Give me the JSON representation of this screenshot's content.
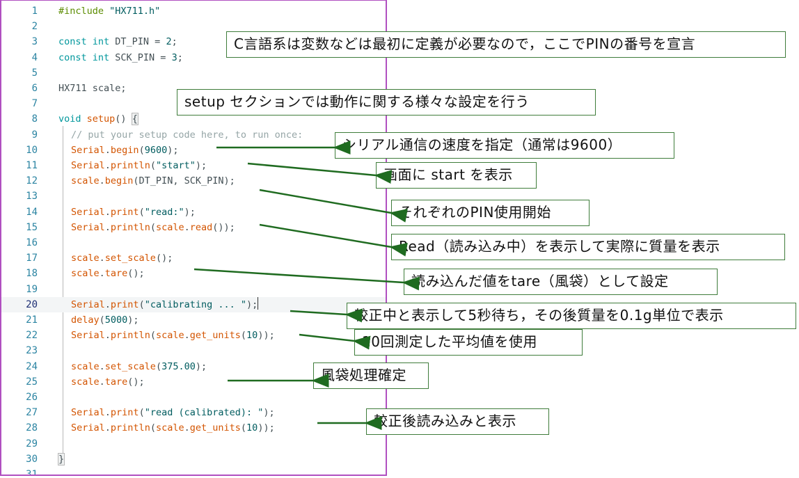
{
  "editor": {
    "current_line": 20,
    "lines": [
      {
        "n": "1",
        "tokens": [
          {
            "c": "t-pre",
            "t": "#include "
          },
          {
            "c": "t-str",
            "t": "\"HX711.h\""
          }
        ]
      },
      {
        "n": "2",
        "tokens": []
      },
      {
        "n": "3",
        "tokens": [
          {
            "c": "t-kw",
            "t": "const int"
          },
          {
            "c": "t-plain",
            "t": " DT_PIN = "
          },
          {
            "c": "t-num",
            "t": "2"
          },
          {
            "c": "t-plain",
            "t": ";"
          }
        ]
      },
      {
        "n": "4",
        "tokens": [
          {
            "c": "t-kw",
            "t": "const int"
          },
          {
            "c": "t-plain",
            "t": " SCK_PIN = "
          },
          {
            "c": "t-num",
            "t": "3"
          },
          {
            "c": "t-plain",
            "t": ";"
          }
        ]
      },
      {
        "n": "5",
        "tokens": []
      },
      {
        "n": "6",
        "tokens": [
          {
            "c": "t-plain",
            "t": "HX711 scale;"
          }
        ]
      },
      {
        "n": "7",
        "tokens": []
      },
      {
        "n": "8",
        "tokens": [
          {
            "c": "t-kw",
            "t": "void"
          },
          {
            "c": "t-plain",
            "t": " "
          },
          {
            "c": "t-fn",
            "t": "setup"
          },
          {
            "c": "t-plain",
            "t": "() "
          },
          {
            "c": "t-plain bracket-box",
            "t": "{"
          }
        ]
      },
      {
        "n": "9",
        "indent": true,
        "tokens": [
          {
            "c": "t-com",
            "t": "// put your setup code here, to run once:"
          }
        ]
      },
      {
        "n": "10",
        "indent": true,
        "tokens": [
          {
            "c": "t-fn",
            "t": "Serial"
          },
          {
            "c": "t-plain",
            "t": "."
          },
          {
            "c": "t-fn",
            "t": "begin"
          },
          {
            "c": "t-plain",
            "t": "("
          },
          {
            "c": "t-num",
            "t": "9600"
          },
          {
            "c": "t-plain",
            "t": ");"
          }
        ]
      },
      {
        "n": "11",
        "indent": true,
        "tokens": [
          {
            "c": "t-fn",
            "t": "Serial"
          },
          {
            "c": "t-plain",
            "t": "."
          },
          {
            "c": "t-fn",
            "t": "println"
          },
          {
            "c": "t-plain",
            "t": "("
          },
          {
            "c": "t-str",
            "t": "\"start\""
          },
          {
            "c": "t-plain",
            "t": ");"
          }
        ]
      },
      {
        "n": "12",
        "indent": true,
        "tokens": [
          {
            "c": "t-fn",
            "t": "scale"
          },
          {
            "c": "t-plain",
            "t": "."
          },
          {
            "c": "t-fn",
            "t": "begin"
          },
          {
            "c": "t-plain",
            "t": "(DT_PIN, SCK_PIN);"
          }
        ]
      },
      {
        "n": "13",
        "tokens": []
      },
      {
        "n": "14",
        "indent": true,
        "tokens": [
          {
            "c": "t-fn",
            "t": "Serial"
          },
          {
            "c": "t-plain",
            "t": "."
          },
          {
            "c": "t-fn",
            "t": "print"
          },
          {
            "c": "t-plain",
            "t": "("
          },
          {
            "c": "t-str",
            "t": "\"read:\""
          },
          {
            "c": "t-plain",
            "t": ");"
          }
        ]
      },
      {
        "n": "15",
        "indent": true,
        "tokens": [
          {
            "c": "t-fn",
            "t": "Serial"
          },
          {
            "c": "t-plain",
            "t": "."
          },
          {
            "c": "t-fn",
            "t": "println"
          },
          {
            "c": "t-plain",
            "t": "("
          },
          {
            "c": "t-fn",
            "t": "scale"
          },
          {
            "c": "t-plain",
            "t": "."
          },
          {
            "c": "t-fn",
            "t": "read"
          },
          {
            "c": "t-plain",
            "t": "());"
          }
        ]
      },
      {
        "n": "16",
        "tokens": []
      },
      {
        "n": "17",
        "indent": true,
        "tokens": [
          {
            "c": "t-fn",
            "t": "scale"
          },
          {
            "c": "t-plain",
            "t": "."
          },
          {
            "c": "t-fn",
            "t": "set_scale"
          },
          {
            "c": "t-plain",
            "t": "();"
          }
        ]
      },
      {
        "n": "18",
        "indent": true,
        "tokens": [
          {
            "c": "t-fn",
            "t": "scale"
          },
          {
            "c": "t-plain",
            "t": "."
          },
          {
            "c": "t-fn",
            "t": "tare"
          },
          {
            "c": "t-plain",
            "t": "();"
          }
        ]
      },
      {
        "n": "19",
        "tokens": []
      },
      {
        "n": "20",
        "indent": true,
        "caret": true,
        "tokens": [
          {
            "c": "t-fn",
            "t": "Serial"
          },
          {
            "c": "t-plain",
            "t": "."
          },
          {
            "c": "t-fn",
            "t": "print"
          },
          {
            "c": "t-plain",
            "t": "("
          },
          {
            "c": "t-str",
            "t": "\"calibrating ... \""
          },
          {
            "c": "t-plain",
            "t": ");"
          }
        ]
      },
      {
        "n": "21",
        "indent": true,
        "tokens": [
          {
            "c": "t-fn",
            "t": "delay"
          },
          {
            "c": "t-plain",
            "t": "("
          },
          {
            "c": "t-num",
            "t": "5000"
          },
          {
            "c": "t-plain",
            "t": ");"
          }
        ]
      },
      {
        "n": "22",
        "indent": true,
        "tokens": [
          {
            "c": "t-fn",
            "t": "Serial"
          },
          {
            "c": "t-plain",
            "t": "."
          },
          {
            "c": "t-fn",
            "t": "println"
          },
          {
            "c": "t-plain",
            "t": "("
          },
          {
            "c": "t-fn",
            "t": "scale"
          },
          {
            "c": "t-plain",
            "t": "."
          },
          {
            "c": "t-fn",
            "t": "get_units"
          },
          {
            "c": "t-plain",
            "t": "("
          },
          {
            "c": "t-num",
            "t": "10"
          },
          {
            "c": "t-plain",
            "t": "));"
          }
        ]
      },
      {
        "n": "23",
        "tokens": []
      },
      {
        "n": "24",
        "indent": true,
        "tokens": [
          {
            "c": "t-fn",
            "t": "scale"
          },
          {
            "c": "t-plain",
            "t": "."
          },
          {
            "c": "t-fn",
            "t": "set_scale"
          },
          {
            "c": "t-plain",
            "t": "("
          },
          {
            "c": "t-num",
            "t": "375.00"
          },
          {
            "c": "t-plain",
            "t": ");"
          }
        ]
      },
      {
        "n": "25",
        "indent": true,
        "tokens": [
          {
            "c": "t-fn",
            "t": "scale"
          },
          {
            "c": "t-plain",
            "t": "."
          },
          {
            "c": "t-fn",
            "t": "tare"
          },
          {
            "c": "t-plain",
            "t": "();"
          }
        ]
      },
      {
        "n": "26",
        "tokens": []
      },
      {
        "n": "27",
        "indent": true,
        "tokens": [
          {
            "c": "t-fn",
            "t": "Serial"
          },
          {
            "c": "t-plain",
            "t": "."
          },
          {
            "c": "t-fn",
            "t": "print"
          },
          {
            "c": "t-plain",
            "t": "("
          },
          {
            "c": "t-str",
            "t": "\"read (calibrated): \""
          },
          {
            "c": "t-plain",
            "t": ");"
          }
        ]
      },
      {
        "n": "28",
        "indent": true,
        "tokens": [
          {
            "c": "t-fn",
            "t": "Serial"
          },
          {
            "c": "t-plain",
            "t": "."
          },
          {
            "c": "t-fn",
            "t": "println"
          },
          {
            "c": "t-plain",
            "t": "("
          },
          {
            "c": "t-fn",
            "t": "scale"
          },
          {
            "c": "t-plain",
            "t": "."
          },
          {
            "c": "t-fn",
            "t": "get_units"
          },
          {
            "c": "t-plain",
            "t": "("
          },
          {
            "c": "t-num",
            "t": "10"
          },
          {
            "c": "t-plain",
            "t": "));"
          }
        ]
      },
      {
        "n": "29",
        "tokens": []
      },
      {
        "n": "30",
        "tokens": [
          {
            "c": "t-plain bracket-box",
            "t": "}"
          }
        ]
      },
      {
        "n": "31",
        "tokens": []
      }
    ]
  },
  "callouts": [
    {
      "id": "variables-declaration",
      "text": "C言語系は変数などは最初に定義が必要なので，ここでPINの番号を宣言"
    },
    {
      "id": "setup-section",
      "text": "setup セクションでは動作に関する様々な設定を行う"
    },
    {
      "id": "serial-speed",
      "text": "シリアル通信の速度を指定（通常は9600）"
    },
    {
      "id": "display-start",
      "text": "画面に start を表示"
    },
    {
      "id": "pin-start",
      "text": "それぞれのPIN使用開始"
    },
    {
      "id": "read-display",
      "text": "Read（読み込み中）を表示して実際に質量を表示"
    },
    {
      "id": "tare-setting",
      "text": "読み込んだ値をtare（風袋）として設定"
    },
    {
      "id": "calibrating",
      "text": "較正中と表示して5秒待ち，その後質量を0.1g単位で表示"
    },
    {
      "id": "average-10",
      "text": "10回測定した平均値を使用"
    },
    {
      "id": "tare-confirm",
      "text": "風袋処理確定"
    },
    {
      "id": "read-calibrated",
      "text": "較正後読み込みと表示"
    }
  ],
  "colors": {
    "editor_border": "#b04fc0",
    "callout_border": "#3e7c3a",
    "arrow": "#1f6b20"
  }
}
